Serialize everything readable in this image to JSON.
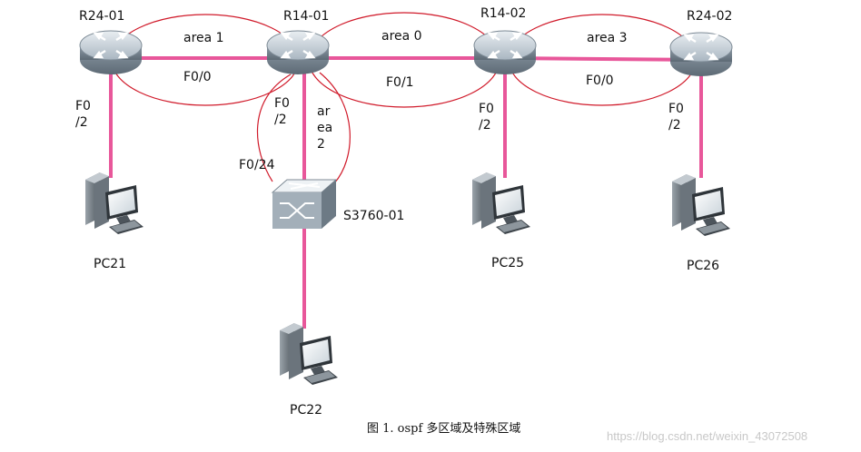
{
  "devices": {
    "r2401": "R24-01",
    "r1401": "R14-01",
    "r1402": "R14-02",
    "r2402": "R24-02",
    "s3760": "S3760-01",
    "pc21": "PC21",
    "pc22": "PC22",
    "pc25": "PC25",
    "pc26": "PC26"
  },
  "areas": {
    "a1": "area 1",
    "a0": "area 0",
    "a3": "area 3",
    "a2": "ar\nea\n2"
  },
  "ports": {
    "r2401_f00": "F0/0",
    "r2401_f02": "F0\n/2",
    "r1401_f01": "F0/1",
    "r1401_f02": "F0\n/2",
    "s3760_f024": "F0/24",
    "r1402_f02": "F0\n/2",
    "r2402_f00": "F0/0",
    "r2402_f02": "F0\n/2"
  },
  "caption": "图 1. ospf 多区域及特殊区域",
  "watermark": "https://blog.csdn.net/weixin_43072508",
  "colors": {
    "link": "#e8579a",
    "area_ring": "#d01a2a",
    "router": "#8a9aa8"
  }
}
